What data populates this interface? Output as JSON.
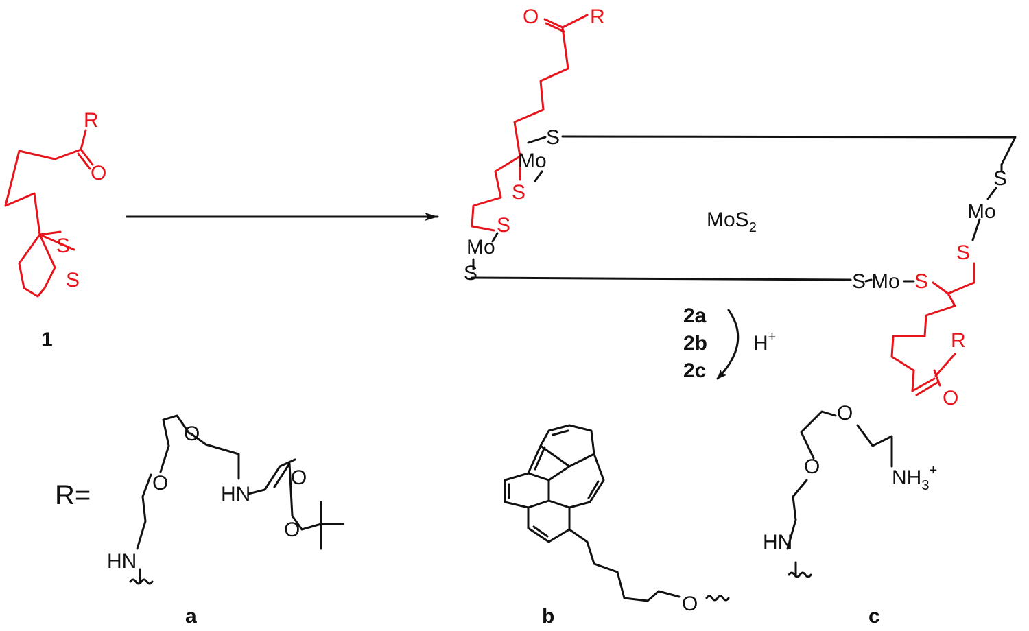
{
  "colors": {
    "ink": "#111111",
    "highlight": "#e8141b"
  },
  "compound_1": {
    "label": "1",
    "r": "R",
    "o": "O",
    "s1": "S",
    "s2": "S"
  },
  "surface": {
    "title": "MoS",
    "title_sub": "2",
    "r_top": "R",
    "o_top": "O",
    "s_ring1": "S",
    "s_ring2": "S",
    "mo1": "Mo",
    "s_mo1": "S",
    "mo2": "Mo",
    "s_mo2": "S",
    "s_right_top": "S",
    "mo_right": "Mo",
    "s_right_red": "S",
    "s_bottom_left": "S",
    "mo_bottom": "Mo",
    "s_bottom_red": "S",
    "r_bottom": "R",
    "o_bottom": "O"
  },
  "reaction": {
    "steps": [
      "2a",
      "2b",
      "2c"
    ],
    "reagent": "H",
    "reagent_sup": "+"
  },
  "substituents": {
    "r_label": "R=",
    "a": {
      "label": "a",
      "o1": "O",
      "o2": "O",
      "o3": "O",
      "o4": "O",
      "hn1": "HN",
      "hn2": "HN"
    },
    "b": {
      "label": "b",
      "o": "O"
    },
    "c": {
      "label": "c",
      "o1": "O",
      "o2": "O",
      "hn": "HN",
      "nh": "NH",
      "nh_sub": "3",
      "nh_sup": "+"
    }
  }
}
